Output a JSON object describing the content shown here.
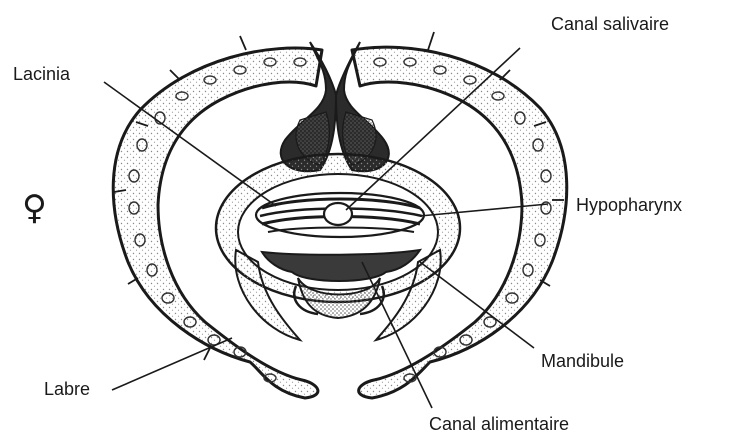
{
  "figure": {
    "labels": {
      "canal_salivaire": "Canal salivaire",
      "lacinia": "Lacinia",
      "hypopharynx": "Hypopharynx",
      "labre": "Labre",
      "mandibule": "Mandibule",
      "canal_alimentaire": "Canal alimentaire"
    },
    "sex_symbol": "♀"
  },
  "colors": {
    "ink": "#1a1a1a",
    "background": "#ffffff",
    "stipple": "#9a9a9a"
  }
}
